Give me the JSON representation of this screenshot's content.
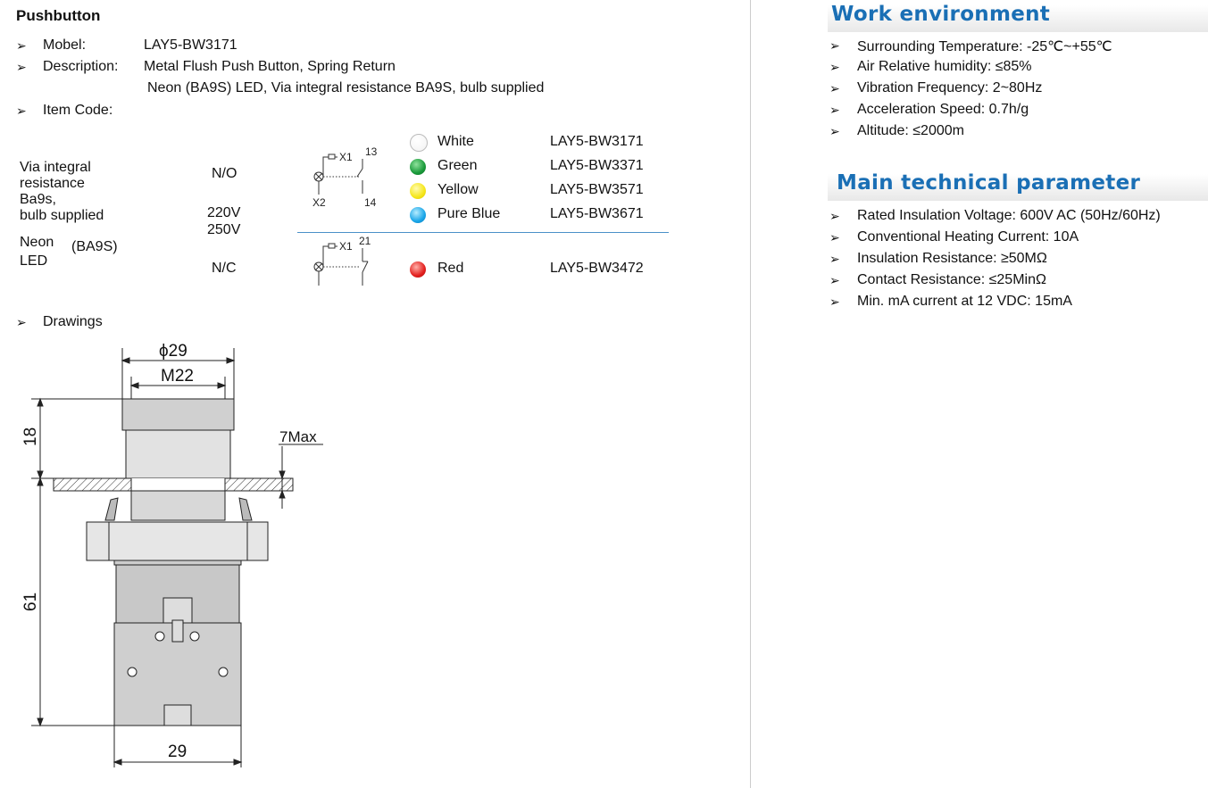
{
  "left": {
    "title": "Pushbutton",
    "model_label": "Mobel:",
    "model_value": "LAY5-BW3171",
    "description_label": "Description:",
    "description_line1": "Metal Flush Push Button, Spring Return",
    "description_line2": "Neon (BA9S) LED, Via integral resistance BA9S, bulb supplied",
    "item_code_label": "Item Code:",
    "drawings_label": "Drawings",
    "bullet": "➢"
  },
  "table": {
    "desc_lines": [
      "Via integral",
      "resistance",
      "Ba9s,",
      "bulb supplied"
    ],
    "neon": "Neon",
    "led": "LED",
    "ba9s": "(BA9S)",
    "no": "N/O",
    "v220": "220V",
    "v250": "250V",
    "nc": "N/C",
    "schem_no": {
      "x1": "X1",
      "x2": "X2",
      "t1": "13",
      "t2": "14"
    },
    "schem_nc": {
      "x1": "X1",
      "t1": "21"
    },
    "rows": [
      {
        "color": "White",
        "code": "LAY5-BW3171",
        "hex": "#ffffff"
      },
      {
        "color": "Green",
        "code": "LAY5-BW3371",
        "hex": "#1a9a3a"
      },
      {
        "color": "Yellow",
        "code": "LAY5-BW3571",
        "hex": "#f5e61a"
      },
      {
        "color": "Pure Blue",
        "code": "LAY5-BW3671",
        "hex": "#1aa6e8"
      },
      {
        "color": "Red",
        "code": "LAY5-BW3472",
        "hex": "#e3201f"
      }
    ]
  },
  "drawing": {
    "dia": "ϕ29",
    "thread": "M22",
    "h_cap": "18",
    "panel": "7Max",
    "h_body": "61",
    "width": "29"
  },
  "right": {
    "work_title": "Work environment",
    "work_items": [
      "Surrounding Temperature: -25℃~+55℃",
      "Air Relative humidity: ≤85%",
      "Vibration Frequency: 2~80Hz",
      "Acceleration Speed: 0.7h/g",
      "Altitude: ≤2000m"
    ],
    "tech_title": "Main technical parameter",
    "tech_items": [
      "Rated Insulation Voltage: 600V AC (50Hz/60Hz)",
      "Conventional Heating Current: 10A",
      "Insulation Resistance: ≥50MΩ",
      "Contact Resistance: ≤25MinΩ",
      "Min. mA current at 12 VDC: 15mA"
    ]
  },
  "colors": {
    "heading_blue": "#1a6fb5",
    "rule_blue": "#4a90c8"
  }
}
